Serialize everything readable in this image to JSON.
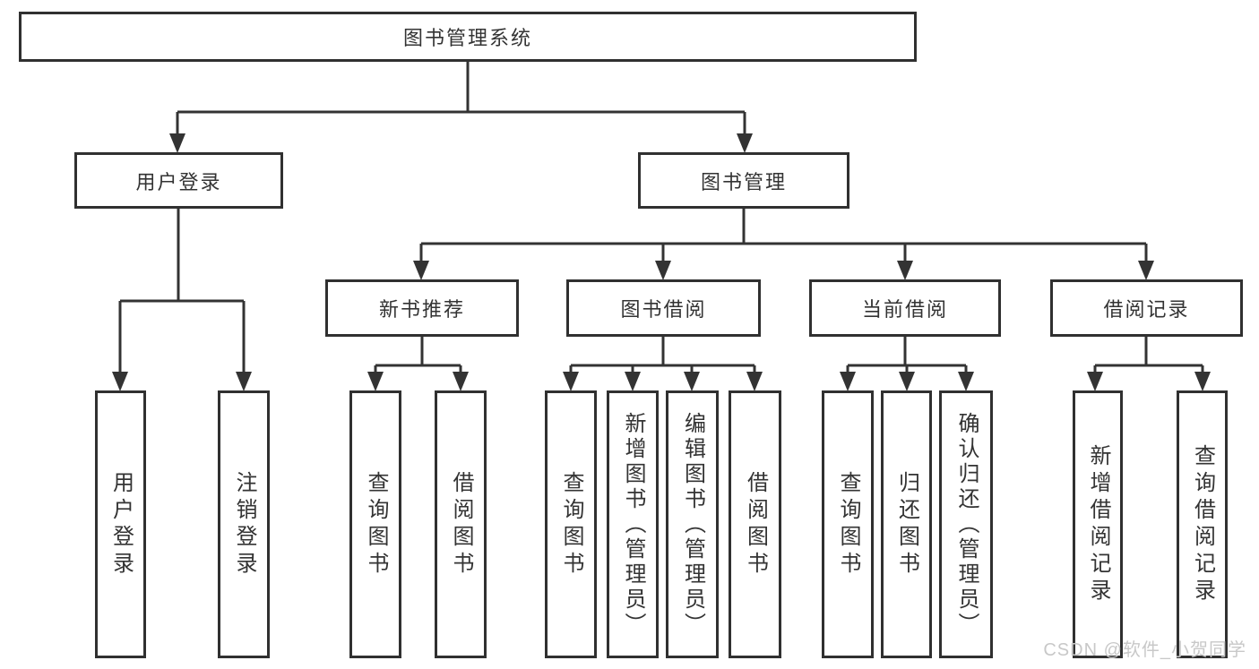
{
  "diagram_type": "hierarchy-tree",
  "nodes": {
    "root": "图书管理系统",
    "user_login_branch": "用户登录",
    "book_mgmt_branch": "图书管理",
    "cat_new_books": "新书推荐",
    "cat_book_borrow": "图书借阅",
    "cat_current_borrow": "当前借阅",
    "cat_borrow_records": "借阅记录",
    "leaf_user_login": "用户登录",
    "leaf_logout": "注销登录",
    "leaf_nb_query_books": "查询图书",
    "leaf_nb_borrow_books": "借阅图书",
    "leaf_bb_query_books": "查询图书",
    "leaf_bb_add_books": "新增图书（管理员）",
    "leaf_bb_edit_books": "编辑图书（管理员）",
    "leaf_bb_borrow_books": "借阅图书",
    "leaf_cb_query_books": "查询图书",
    "leaf_cb_return_books": "归还图书",
    "leaf_cb_confirm_return": "确认归还（管理员）",
    "leaf_br_add_record": "新增借阅记录",
    "leaf_br_query_record": "查询借阅记录"
  },
  "watermark": {
    "text": "CSDN @软件_小贺同学"
  },
  "colors": {
    "line": "#333333",
    "border": "#303030",
    "text": "#333333",
    "watermark": "#c8c8c8",
    "background": "#ffffff"
  }
}
